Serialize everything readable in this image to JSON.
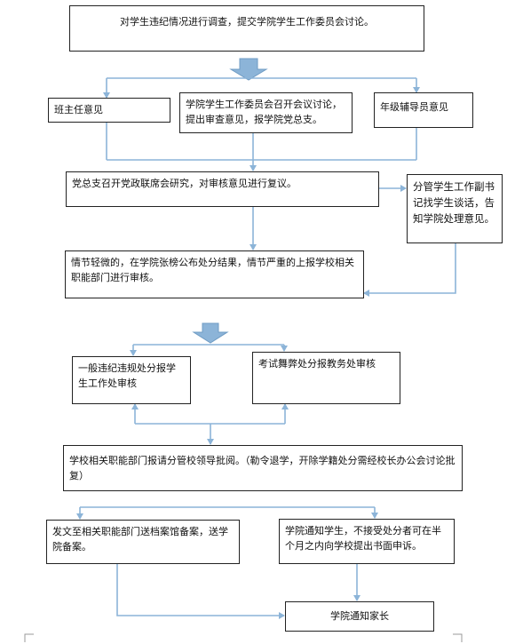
{
  "boxes": {
    "b1": "对学生违纪情况进行调查，提交学院学生工作委员会讨论。",
    "b2a": "班主任意见",
    "b2b": "学院学生工作委员会召开会议讨论，提出审查意见，报学院党总支。",
    "b2c": "年级辅导员意见",
    "b3": "党总支召开党政联席会研究，对审核意见进行复议。",
    "b3side": "分管学生工作副书记找学生谈话，告知学院处理意见。",
    "b4": "情节轻微的，在学院张榜公布处分结果，情节严重的上报学校相关职能部门进行审核。",
    "b5a": "一般违纪违规处分报学生工作处审核",
    "b5b": "考试舞弊处分报教务处审核",
    "b6": "学校相关职能部门报请分管校领导批阅。（勒令退学，开除学籍处分需经校长办公会讨论批复）",
    "b7a": "发文至相关职能部门送档案馆备案，送学院备案。",
    "b7b": "学院通知学生，不接受处分者可在半个月之内向学校提出书面申诉。",
    "b8": "学院通知家长"
  },
  "colors": {
    "arrow": "#8cb4d8",
    "bigArrow": "#8cb4d8",
    "border": "#222222"
  }
}
